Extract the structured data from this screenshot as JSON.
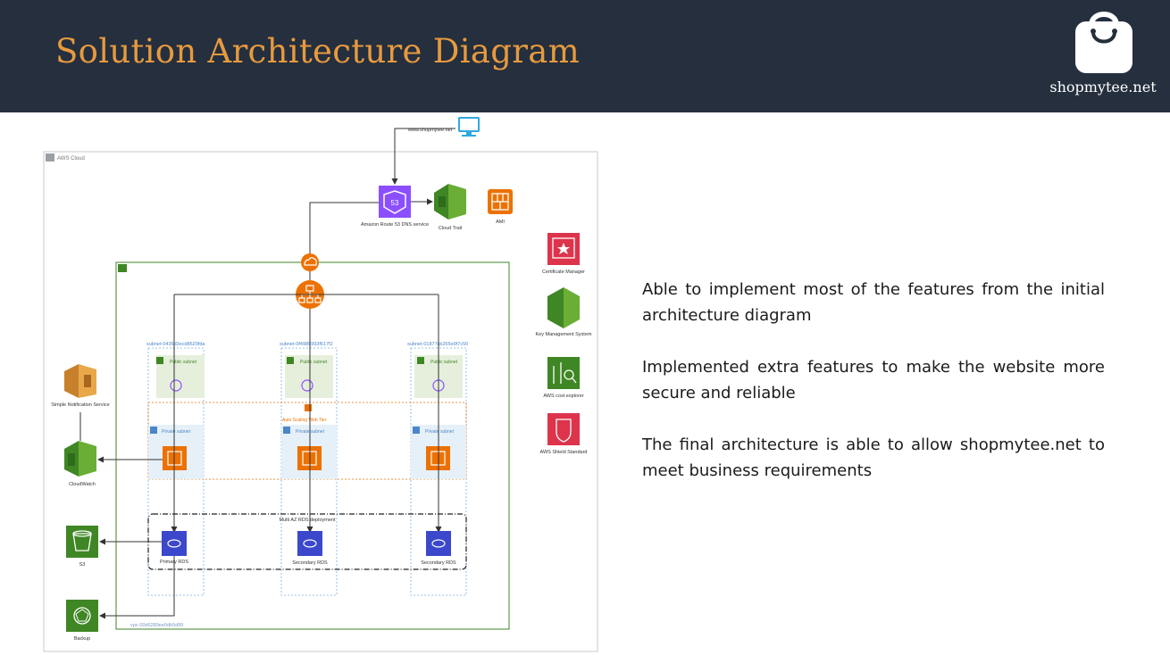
{
  "header": {
    "title": "Solution Architecture Diagram",
    "logo_text": "shopmytee.net"
  },
  "diagram": {
    "aws_cloud_label": "AWS Cloud",
    "domain_label": "www.shopmytee.net",
    "route53_label": "Amazon Route 53 DNS service",
    "cloudtrail_label": "Cloud Trail",
    "ami_label": "AMI",
    "route53_badge": "53",
    "subnets": [
      "subnet-0435d3ecd8620fda",
      "subnet-0f4985993f617f2",
      "subnet-01877cb265e9f7c50"
    ],
    "public_subnet_label": "Public subnet",
    "private_subnet_label": "Private subnet",
    "auto_scaling_label": "Auto Scaling Web Tier",
    "multi_az_label": "Multi AZ RDS deployment",
    "primary_rds_label": "Primary RDS",
    "secondary_rds_label": "Secondary RDS",
    "sns_label": "Simple Notification Service",
    "cloudwatch_label": "CloudWatch",
    "s3_label": "S3",
    "backup_label": "Backup",
    "vpc_id": "vpc-00d6289ee0db5d89",
    "certificate_manager_label": "Certificate Manager",
    "kms_label": "Key Management System",
    "cost_explorer_label": "AWS cost explorer",
    "shield_label": "AWS Shield Standard",
    "colors": {
      "route53": "#8c4fff",
      "compute": "#ed7100",
      "database": "#3b48cc",
      "storage": "#3f8624",
      "management": "#d45b99",
      "security": "#dd344c",
      "cost": "#3f8624",
      "vpc_border": "#3f8624",
      "public_fill": "#e6efdc",
      "private_fill": "#e6f0f8"
    }
  },
  "bullets": [
    "Able to implement most of the features from the initial architecture diagram",
    "Implemented extra features to make the website more secure and reliable",
    "The final architecture is able to allow shopmytee.net to meet business requirements"
  ]
}
